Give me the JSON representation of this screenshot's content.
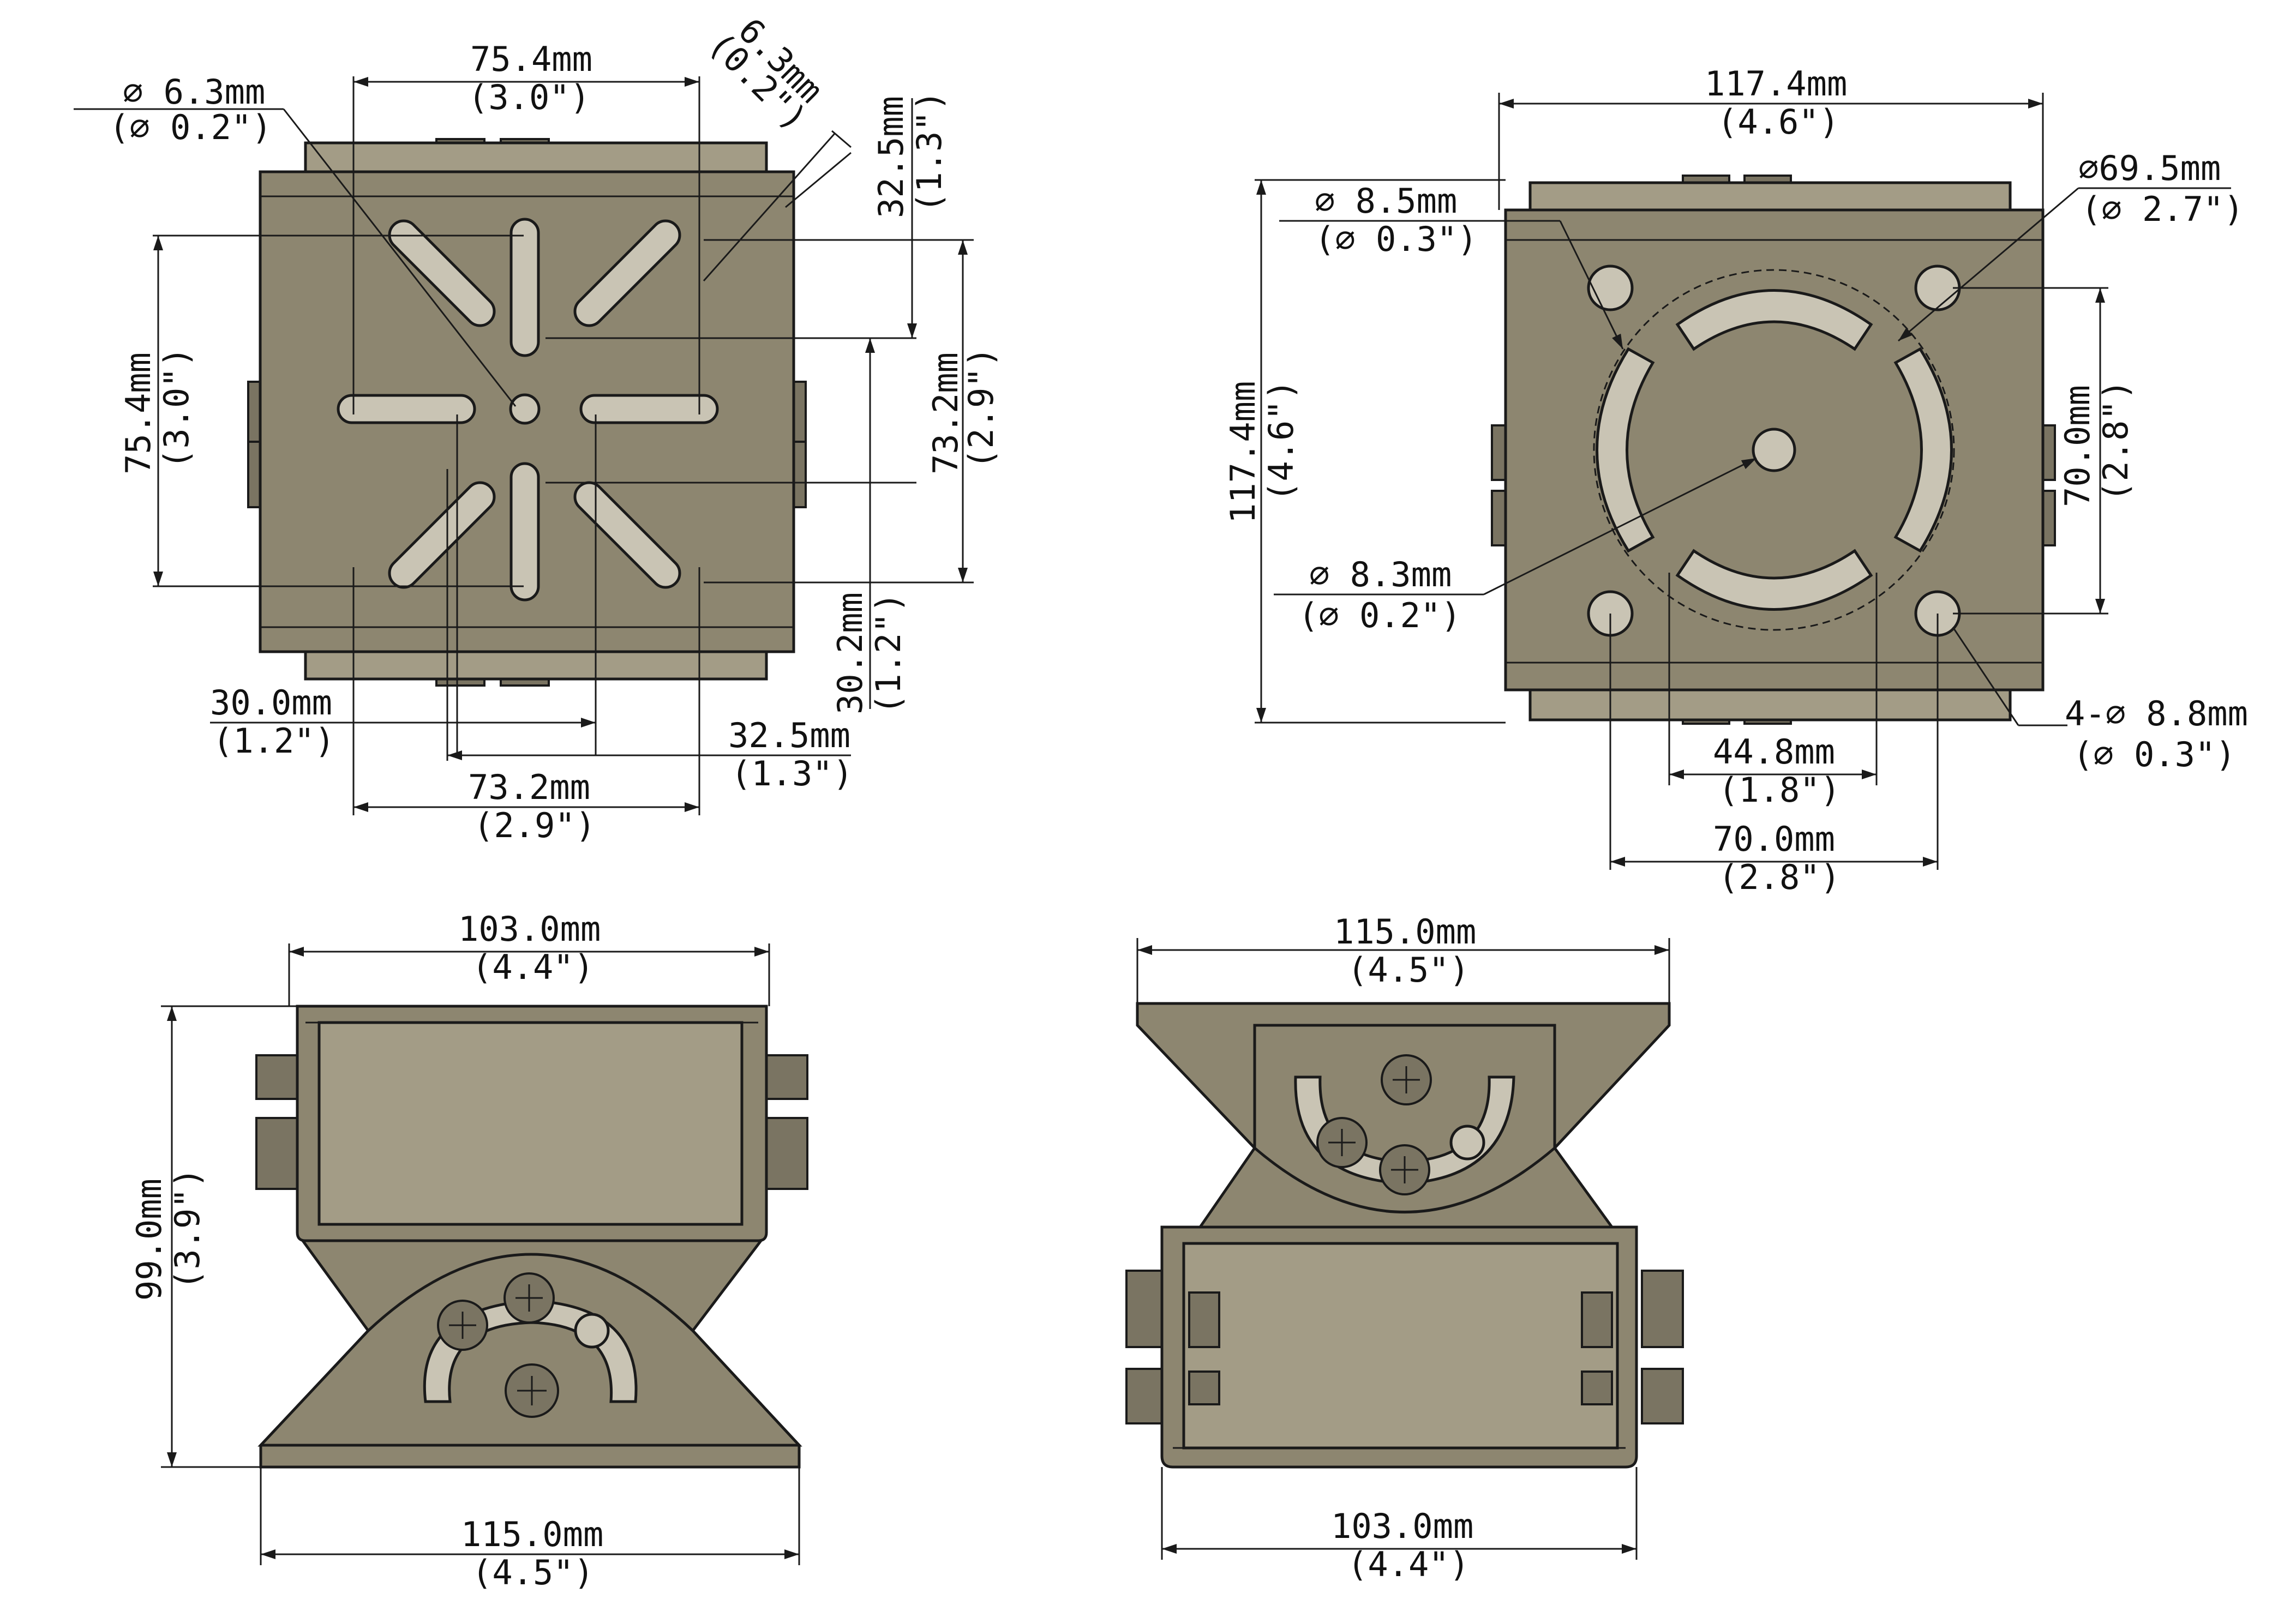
{
  "colors": {
    "part": "#8d8670",
    "slot": "#c9c4b4",
    "line": "#1a1a1a"
  },
  "top_left_view": {
    "hole_dia": "∅ 6.3mm",
    "hole_dia_in": "(∅ 0.2\")",
    "slot_width": "6.3mm",
    "slot_width_in": "(0.2\")",
    "w_top": "75.4mm",
    "w_top_in": "(3.0\")",
    "h_left": "75.4mm",
    "h_left_in": "(3.0\")",
    "h_right_a": "32.5mm",
    "h_right_a_in": "(1.3\")",
    "h_right_b": "73.2mm",
    "h_right_b_in": "(2.9\")",
    "h_right_c": "30.2mm",
    "h_right_c_in": "(1.2\")",
    "w_bottom_a": "30.0mm",
    "w_bottom_a_in": "(1.2\")",
    "w_bottom_b": "32.5mm",
    "w_bottom_b_in": "(1.3\")",
    "w_bottom_c": "73.2mm",
    "w_bottom_c_in": "(2.9\")"
  },
  "top_right_view": {
    "width": "117.4mm",
    "width_in": "(4.6\")",
    "height": "117.4mm",
    "height_in": "(4.6\")",
    "hole_top": "∅ 8.5mm",
    "hole_top_in": "(∅ 0.3\")",
    "circle": "∅69.5mm",
    "circle_in": "(∅ 2.7\")",
    "center_hole": "∅ 8.3mm",
    "center_hole_in": "(∅ 0.2\")",
    "spacing_v": "70.0mm",
    "spacing_v_in": "(2.8\")",
    "corner_holes": "4-∅ 8.8mm",
    "corner_holes_in": "(∅ 0.3\")",
    "slot_gap": "44.8mm",
    "slot_gap_in": "(1.8\")",
    "spacing_h": "70.0mm",
    "spacing_h_in": "(2.8\")"
  },
  "bottom_left_view": {
    "top_width": "103.0mm",
    "top_width_in": "(4.4\")",
    "height": "99.0mm",
    "height_in": "(3.9\")",
    "base_width": "115.0mm",
    "base_width_in": "(4.5\")"
  },
  "bottom_right_view": {
    "top_width": "115.0mm",
    "top_width_in": "(4.5\")",
    "base_width": "103.0mm",
    "base_width_in": "(4.4\")"
  }
}
